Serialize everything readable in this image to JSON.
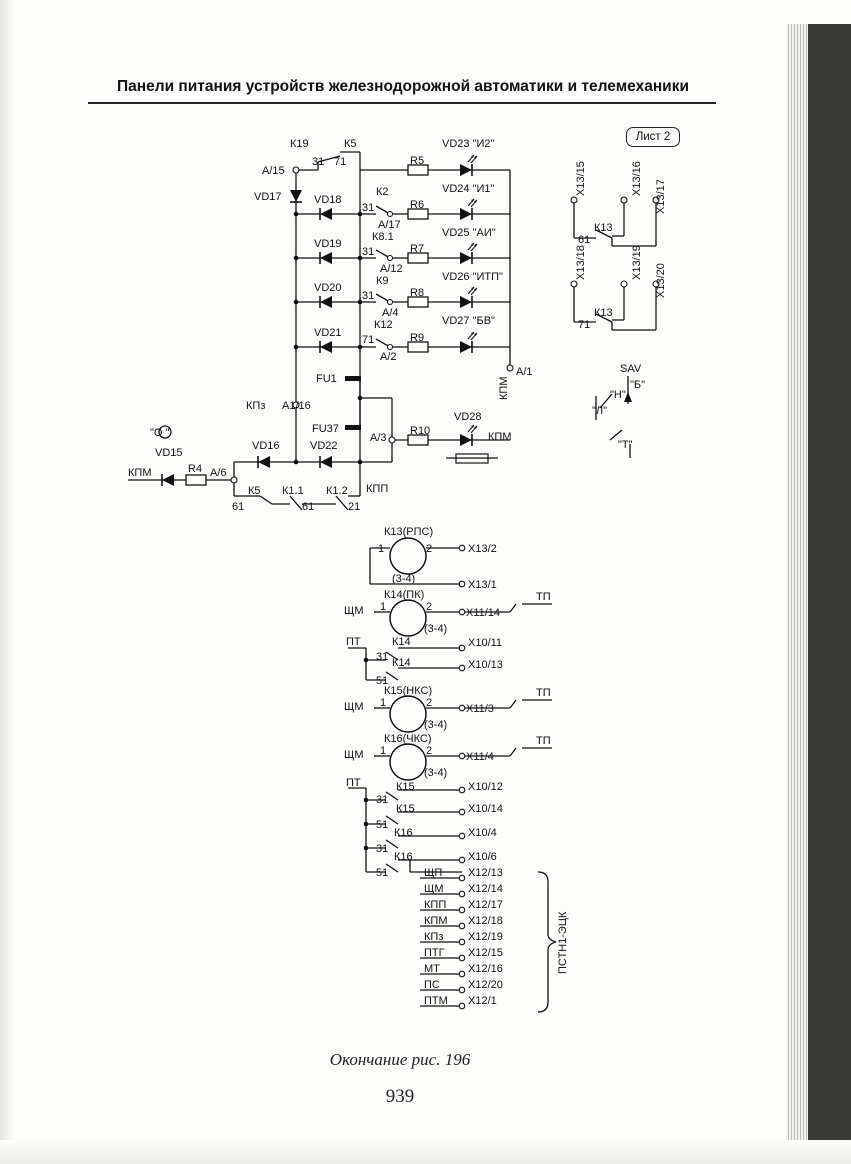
{
  "header": {
    "title": "Панели питания устройств железнодорожной автоматики и телемеханики"
  },
  "sheet": {
    "label": "Лист 2"
  },
  "caption": "Окончание рис. 196",
  "page_number": "939",
  "diagram": {
    "top_labels": {
      "k19": "К19",
      "k5": "К5",
      "a15": "А/15",
      "c31": "31",
      "c71": "71",
      "r5": "R5",
      "vd23": "VD23 \"И2\"",
      "vd17": "VD17",
      "vd18": "VD18",
      "k2": "К2",
      "c31b": "31",
      "a17": "А/17",
      "r6": "R6",
      "vd24": "VD24 \"И1\"",
      "k81": "К8.1",
      "vd19": "VD19",
      "c31c": "31",
      "a12": "А/12",
      "r7": "R7",
      "vd25": "VD25 \"АИ\"",
      "k9": "К9",
      "vd20": "VD20",
      "c31d": "31",
      "a4": "А/4",
      "r8": "R8",
      "vd26": "VD26 \"ИТП\"",
      "k12": "К12",
      "vd21": "VD21",
      "c71b": "71",
      "a2": "А/2",
      "r9": "R9",
      "vd27": "VD27 \"БВ\"",
      "kpm_v": "КПМ",
      "a1": "А/1",
      "fu1": "FU1",
      "kpz": "КПз",
      "a116": "А1/16",
      "fu37": "FU37",
      "a3": "А/3",
      "r10": "R10",
      "vd28": "VD28",
      "kpm2": "КПМ",
      "horn": "\"О \"",
      "vd15": "VD15",
      "kpm3": "КПМ",
      "r4": "R4",
      "a6": "А/6",
      "vd16": "VD16",
      "vd22": "VD22",
      "k5b": "К5",
      "k11": "К1.1",
      "k12b": "К1.2",
      "kpp": "КПП",
      "c61a": "61",
      "c61b": "61",
      "c21": "21"
    },
    "right_blocks": {
      "b1_terms": [
        "Х13/15",
        "Х13/16",
        "Х13/17"
      ],
      "b1_relay": "К13",
      "b1_contact": "61",
      "b2_terms": [
        "Х13/18",
        "Х13/19",
        "Х13/20"
      ],
      "b2_relay": "К13",
      "b2_contact": "71",
      "sav": "SAV",
      "sav_h": "\"Н\"",
      "sav_b": "\"Б\"",
      "sav_l": "\"Л\"",
      "sav_t": "\"Т\""
    },
    "relays": {
      "k13": "К13(РПС)",
      "k13_1": "1",
      "k13_2": "2",
      "k13_34": "(3-4)",
      "k13_x2": "Х13/2",
      "k13_x1": "Х13/1",
      "k14": "К14(ПК)",
      "k15": "К15(НКС)",
      "k16": "К16(ЧКС)",
      "shm": "ЩМ",
      "one": "1",
      "two": "2",
      "c34": "(3-4)",
      "x11_14": "Х11/14",
      "x11_3": "Х11/3",
      "x11_4": "Х11/4",
      "tp": "ТП",
      "pt": "ПТ",
      "k14c": "К14",
      "c31": "31",
      "c51": "51",
      "x10_11": "Х10/11",
      "x10_13": "Х10/13",
      "k15c": "К15",
      "k16c": "К16",
      "x10_12": "Х10/12",
      "x10_14": "Х10/14",
      "x10_4": "Х10/4",
      "x10_6": "Х10/6"
    },
    "outputs": {
      "labels": [
        "ЩП",
        "ЩМ",
        "КПП",
        "КПМ",
        "КПз",
        "ПТГ",
        "МТ",
        "ПС",
        "ПТМ"
      ],
      "terminals": [
        "Х12/13",
        "Х12/14",
        "Х12/17",
        "Х12/18",
        "Х12/19",
        "Х12/15",
        "Х12/16",
        "Х12/20",
        "Х12/1"
      ],
      "bracket": "ПСТН1-ЭЦК"
    }
  }
}
